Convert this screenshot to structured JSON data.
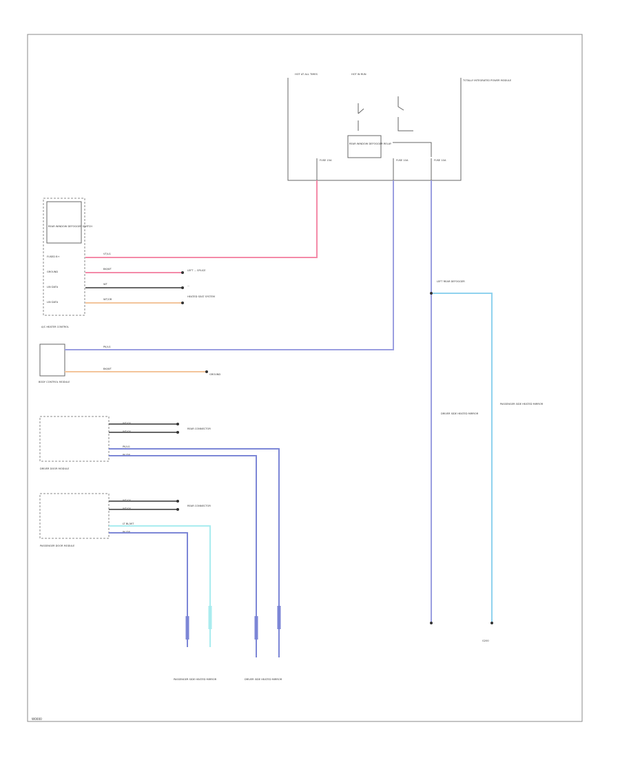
{
  "page": {
    "footer_code": "W0000"
  },
  "colors": {
    "red": "#f48aa8",
    "blue": "#9a9ee0",
    "lightblue": "#8fd2ee",
    "cyan": "#a9ecef",
    "orange": "#f3c49a",
    "darkblue": "#7c86d6",
    "wire_gray": "#666666",
    "frame": "#8a8a8a"
  },
  "top_module": {
    "label_left": "HOT AT ALL TIMES",
    "label_mid": "HOT IN RUN",
    "label_right": "TOTALLY INTEGRATED POWER MODULE",
    "relay_label": "REAR WINDOW DEFOGGER RELAY",
    "fuse_left": "FUSE 15A",
    "fuse_mid": "FUSE 10A",
    "fuse_right": "FUSE 10A"
  },
  "climate_module": {
    "title": "REAR WINDOW DEFOGGER SWITCH",
    "footer": "A/C HEATER CONTROL",
    "pins": [
      "FUSED B+",
      "GROUND",
      "LIN DATA",
      "LIN DATA"
    ],
    "wire_labels": [
      "VT/LG",
      "BK/WT",
      "WT",
      "WT/OR"
    ],
    "destinations": [
      "LEFT ... SPLICE",
      "...",
      "HEATED SEAT SYSTEM"
    ]
  },
  "body_module": {
    "label": "BODY CONTROL MODULE",
    "wire_labels": [
      "PK/LG",
      "BK/WT"
    ],
    "destination": "GROUND"
  },
  "driver_door": {
    "footer": "DRIVER DOOR MODULE",
    "wire_labels": [
      "WT/GY",
      "WT/GY",
      "PK/LG",
      "PK/DB"
    ],
    "destination": "REAR CONNECTOR"
  },
  "passenger_door": {
    "footer": "PASSENGER DOOR MODULE",
    "wire_labels": [
      "WT/GY",
      "WT/GY",
      "LT BL/WT",
      "PK/DB"
    ],
    "destination": "REAR CONNECTOR"
  },
  "mirror_left": {
    "label": "PASSENGER SIDE HEATED MIRROR"
  },
  "mirror_right": {
    "label": "DRIVER SIDE HEATED MIRROR"
  },
  "rear_grid": {
    "title": "LEFT REAR DEFOGGER",
    "left_label": "DRIVER SIDE HEATED MIRROR",
    "right_label": "PASSENGER SIDE HEATED MIRROR",
    "ground_label": "G200"
  }
}
